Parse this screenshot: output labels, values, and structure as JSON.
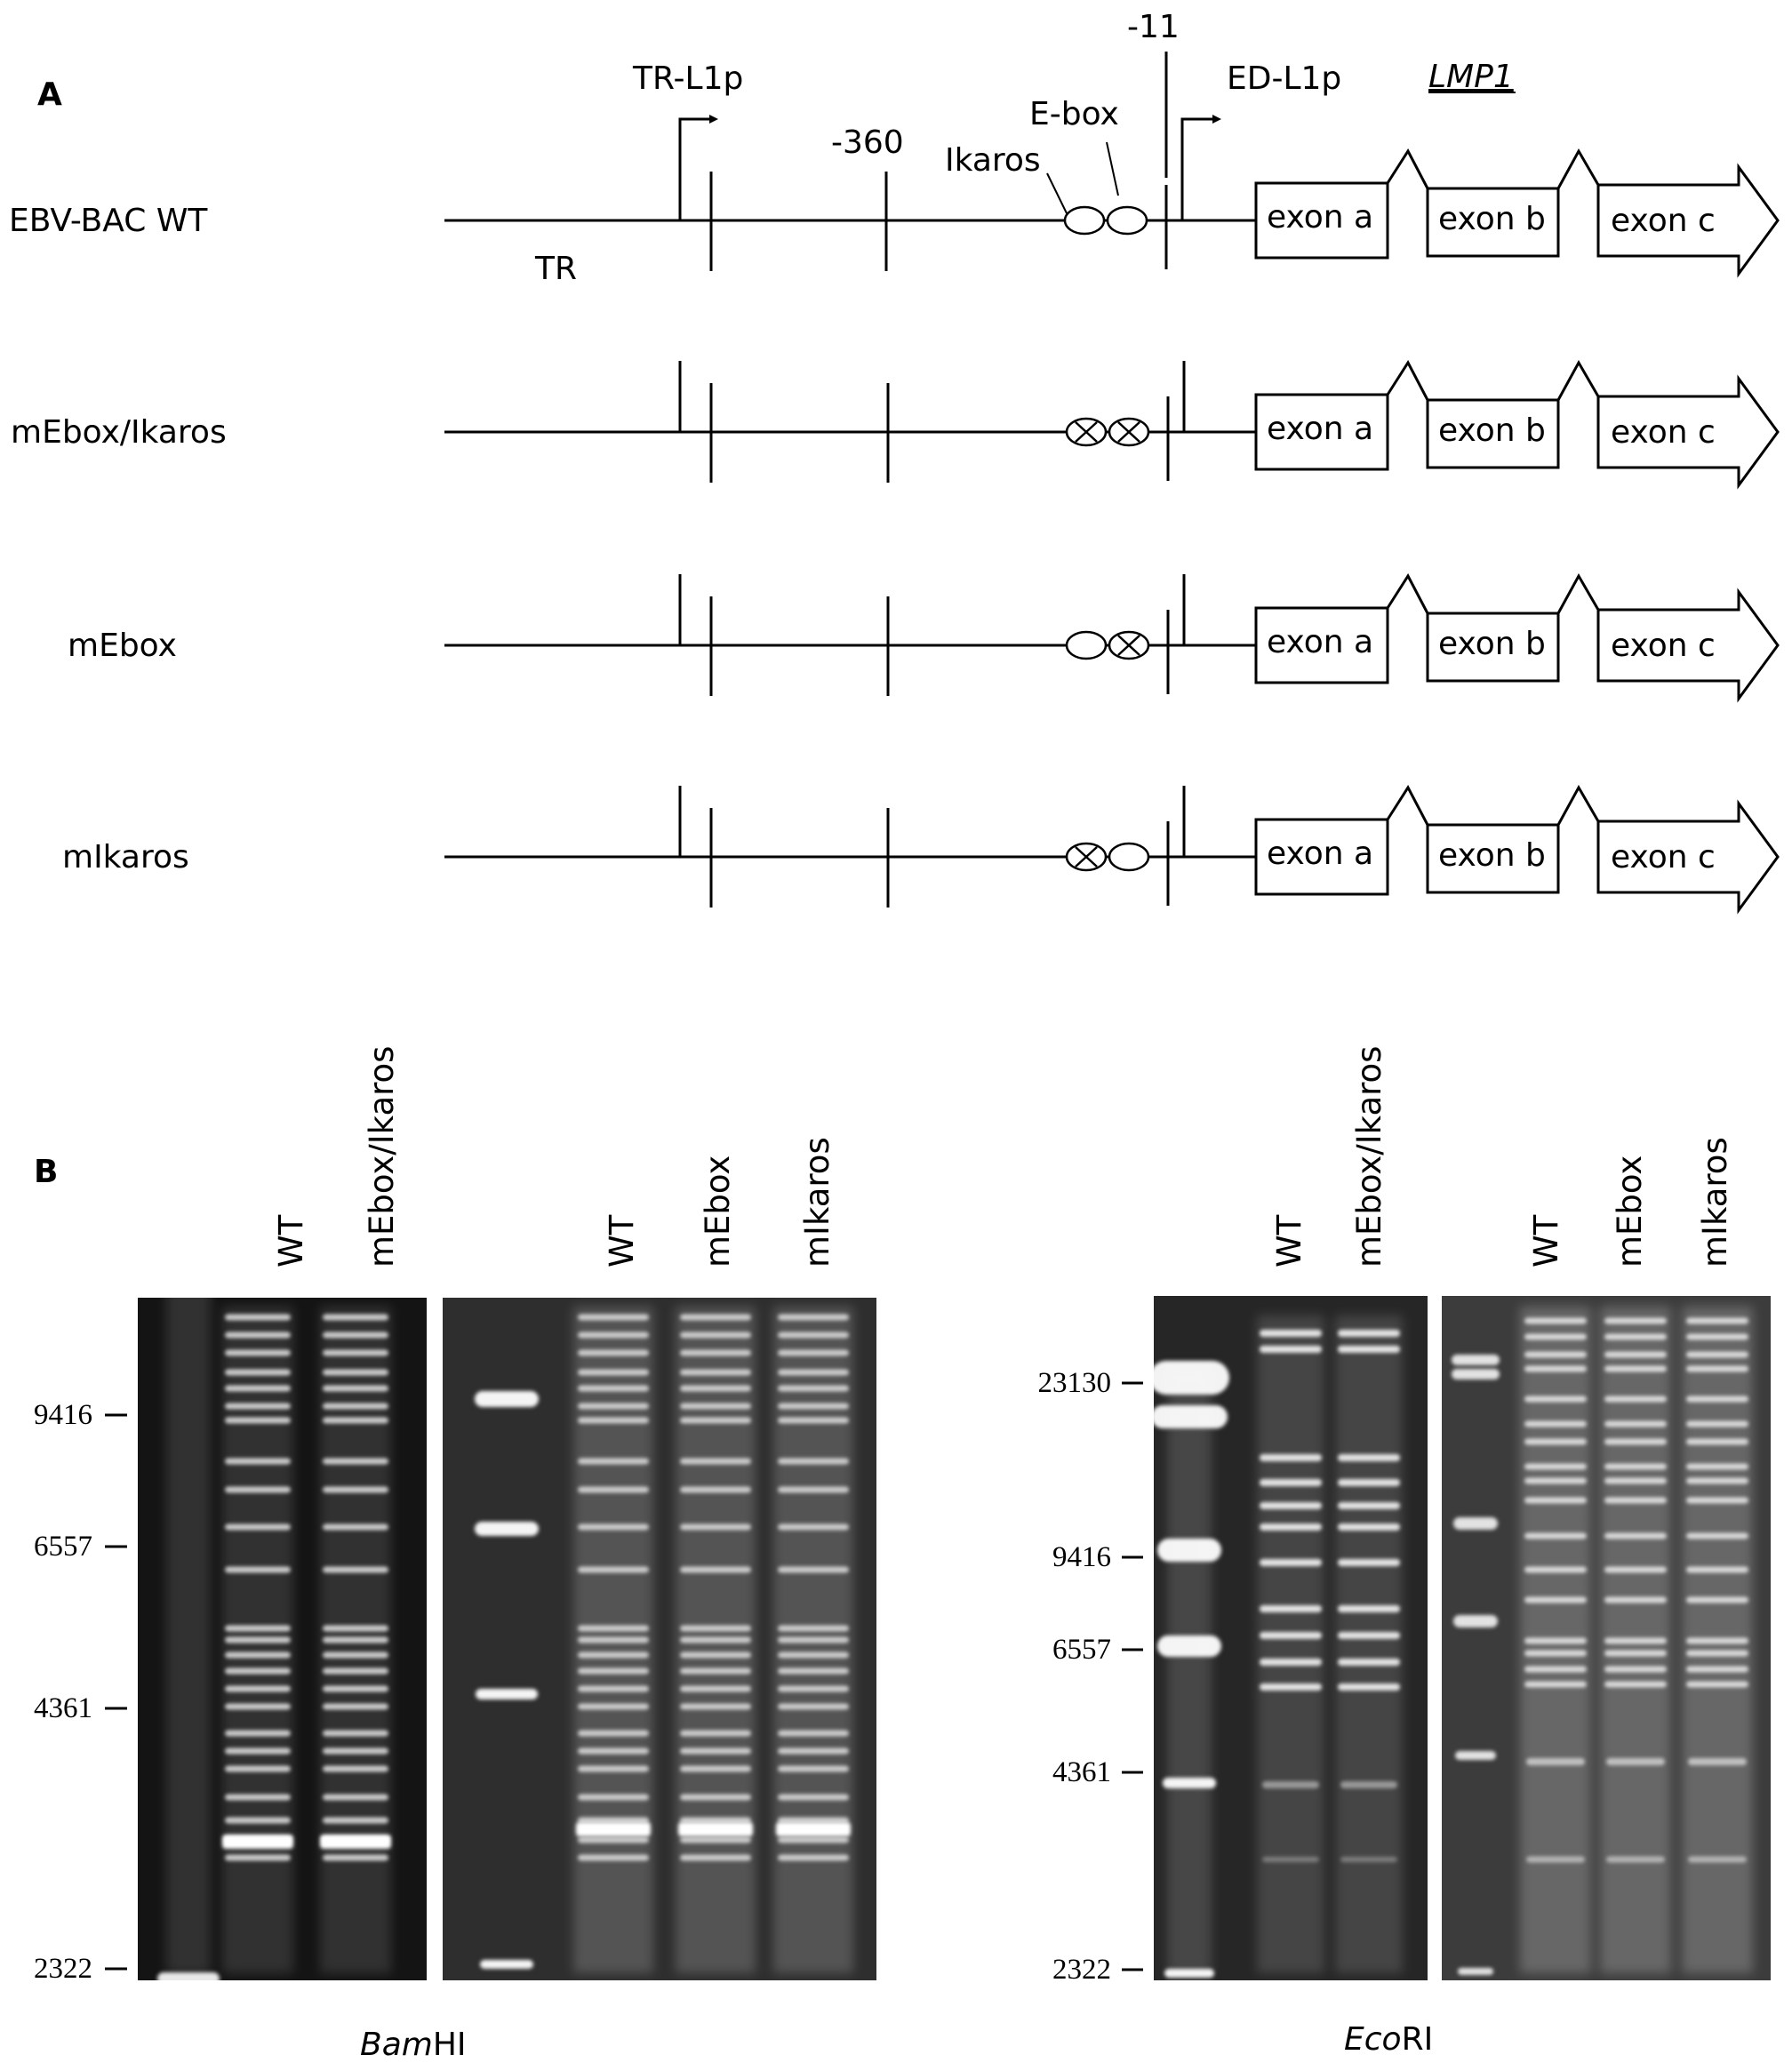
{
  "panel_a": {
    "label": "A",
    "labels": {
      "tr_l1p": "TR-L1p",
      "pos_360": "-360",
      "ikaros": "Ikaros",
      "ebox": "E-box",
      "pos_11": "-11",
      "ed_l1p": "ED-L1p",
      "lmp1": "LMP1",
      "tr": "TR"
    },
    "constructs": [
      {
        "name": "EBV-BAC WT",
        "ikaros": "intact",
        "ebox": "intact"
      },
      {
        "name": "mEbox/Ikaros",
        "ikaros": "mutated",
        "ebox": "mutated"
      },
      {
        "name": "mEbox",
        "ikaros": "intact",
        "ebox": "mutated"
      },
      {
        "name": "mIkaros",
        "ikaros": "mutated",
        "ebox": "intact"
      }
    ],
    "exons": [
      "exon a",
      "exon b",
      "exon c"
    ]
  },
  "panel_b": {
    "label": "B",
    "gels": [
      {
        "enzyme_italic": "Bam",
        "enzyme_rest": "HI",
        "lanes_1": [
          "WT",
          "mEbox/Ikaros"
        ],
        "lanes_2": [
          "WT",
          "mEbox",
          "mIkaros"
        ],
        "markers": [
          "9416",
          "6557",
          "4361",
          "2322"
        ]
      },
      {
        "enzyme_italic": "Eco",
        "enzyme_rest": "RI",
        "lanes_1": [
          "WT",
          "mEbox/Ikaros"
        ],
        "lanes_2": [
          "WT",
          "mEbox",
          "mIkaros"
        ],
        "markers": [
          "23130",
          "9416",
          "6557",
          "4361",
          "2322"
        ]
      }
    ]
  },
  "colors": {
    "line": "#000000",
    "gel_dark": "#1a1a1a",
    "gel_light": "#3a3a3a",
    "band": "#ffffff"
  }
}
